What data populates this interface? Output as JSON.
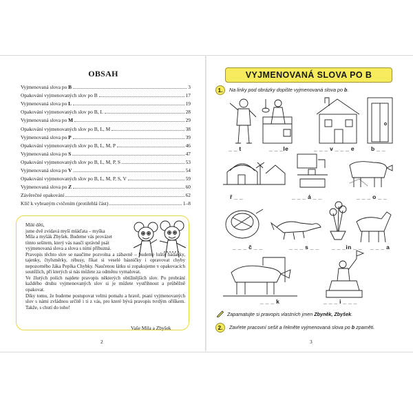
{
  "left_page": {
    "toc_title": "OBSAH",
    "toc": [
      {
        "pre": "Vyjmenovaná slova po ",
        "bold": "B",
        "post": "",
        "page": "3"
      },
      {
        "pre": "Opakování vyjmenovaných slov po B",
        "bold": "",
        "post": "",
        "page": "17"
      },
      {
        "pre": "Vyjmenovaná slova po ",
        "bold": "L",
        "post": "",
        "page": "19"
      },
      {
        "pre": "Opakování vyjmenovaných slov po B, L",
        "bold": "",
        "post": "",
        "page": "28"
      },
      {
        "pre": "Vyjmenovaná slova po ",
        "bold": "M",
        "post": "",
        "page": "29"
      },
      {
        "pre": "Opakování vyjmenovaných slov po B, L, M",
        "bold": "",
        "post": "",
        "page": "38"
      },
      {
        "pre": "Vyjmenovaná slova po ",
        "bold": "P",
        "post": "",
        "page": "39"
      },
      {
        "pre": "Opakování vyjmenovaných slov po B, L, M, P",
        "bold": "",
        "post": "",
        "page": "46"
      },
      {
        "pre": "Vyjmenovaná slova po ",
        "bold": "S",
        "post": "",
        "page": "47"
      },
      {
        "pre": "Opakování vyjmenovaných slov po B, L, M, P, S",
        "bold": "",
        "post": "",
        "page": "53"
      },
      {
        "pre": "Vyjmenovaná slova po ",
        "bold": "V",
        "post": "",
        "page": "54"
      },
      {
        "pre": "Opakování vyjmenovaných slov po B, L, M, P, S, V",
        "bold": "",
        "post": "",
        "page": "59"
      },
      {
        "pre": "Vyjmenovaná slova po ",
        "bold": "Z",
        "post": "",
        "page": "60"
      },
      {
        "pre": "Závěrečné opakování",
        "bold": "",
        "post": "",
        "page": "62"
      },
      {
        "pre": "Klíč k vybraným cvičením (protilehlá část)",
        "bold": "",
        "post": "",
        "page": "1–8"
      }
    ],
    "letter": [
      "Milé děti,",
      "jsme dvě zvídavá myší mláďata – myška",
      "Míla a myšák Zbyšek. Budeme vás provázet",
      "tímto sešitem, který vás naučí správně psát",
      "vyjmenovaná slova a slova s nimi příbuzná.",
      "Pravopis těchto slov se naučíme pozvolna a zábavně – budeme luštit hádanky, tajenky, čtyřsměrky, rébusy, říkat si veselé básničky i opravovat chyby nepozorného žáka Pepíka Chybky. Naučenou látku si zopakujeme v opakovacích soutěžích, při kterých si nás můžete za odměnu vymalovat.",
      "Ve žlutých polích najdete pravopis některých obtížnějších slov. Po probrání každého druhu vyjmenovaných slov si je můžete vystřihnout a průběžně opakovat.",
      "Díky tomu, že budeme postupovat velmi pomalu a hravě, psaní vyjmenovaných slov s námi zvládnou určitě i ti z vás, pro které bývá pravopis tvrdým oříškem. Takže, s chutí do toho!"
    ],
    "signature": "Vaše Míla a Zbyšek",
    "page_number": "2"
  },
  "right_page": {
    "header": "VYJMENOVANÁ SLOVA PO B",
    "task1": {
      "num": "1.",
      "text_pre": "Na linky pod obrázky dopište vyjmenovaná slova po ",
      "text_bold": "b",
      "text_post": "."
    },
    "blanks": [
      "_ _ t",
      "_ _ _le",
      "_ _ _ v _ _ _ e",
      "b _ _",
      "ř _ _",
      "_ _ _ á _ _",
      "_ _ _ o _ _",
      "_ _ _ č _ _",
      "_ _ _ s _ _",
      "_ _ _in _ _",
      "_ _ _ a",
      "_ _ _ k",
      "_ _ _ i _ _ _"
    ],
    "note": {
      "pre": "Zapamatujte si pravopis vlastních jmen ",
      "bold": "Zbyněk, Zbyšek",
      "post": "."
    },
    "task2": {
      "num": "2.",
      "text_pre": "Zavřete pracovní sešit a řekněte vyjmenovaná slova po ",
      "text_bold": "b",
      "text_post": " zpaměti."
    },
    "page_number": "3"
  }
}
